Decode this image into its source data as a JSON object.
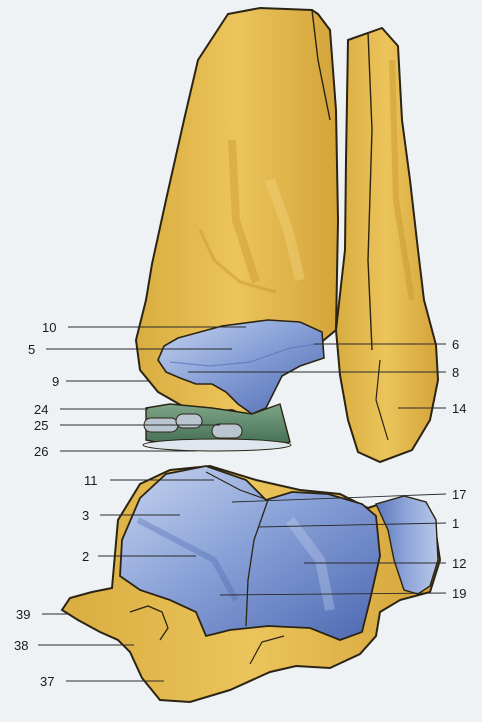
{
  "labels": {
    "l10": "10",
    "l5": "5",
    "l9": "9",
    "l24": "24",
    "l25": "25",
    "l26": "26",
    "l6": "6",
    "l8": "8",
    "l14": "14",
    "l11": "11",
    "l3": "3",
    "l2": "2",
    "l39": "39",
    "l38": "38",
    "l37": "37",
    "l17": "17",
    "l1": "1",
    "l12": "12",
    "l19": "19"
  },
  "colors": {
    "bone": "#e3b84c",
    "bone_shade": "#c99a2e",
    "bone_outline": "#2b2414",
    "cartilage": "#7f98d2",
    "cartilage_dark": "#4b67b0",
    "cartilage_light": "#c4d2ee",
    "ligament": "#5f8a6c",
    "page": "#eef2f5"
  }
}
